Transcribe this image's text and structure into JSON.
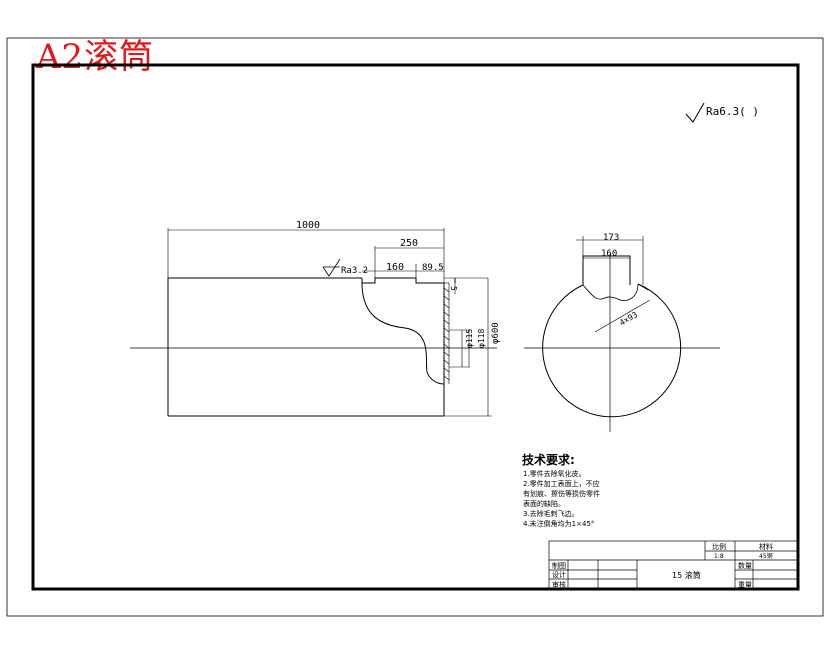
{
  "title": "A2滚筒",
  "roughness_global": "Ra6.3( )",
  "dims": {
    "length": "1000",
    "seg250": "250",
    "seg160": "160",
    "seg895": "89.5",
    "roughness_local": "Ra3.2",
    "depth5": "5",
    "d115": "φ115",
    "d118": "φ118",
    "d600": "φ600",
    "w173": "173",
    "w160": "160",
    "angle": "4×93"
  },
  "tech": {
    "heading": "技术要求:",
    "lines": [
      "1.零件去除氧化皮。",
      "2.零件加工表面上，不应",
      "有划痕、擦伤等损伤零件",
      "表面的缺陷。",
      "3.去除毛刺飞边。",
      "4.未注倒角均为1×45°"
    ]
  },
  "titleblock": {
    "scale_label": "比例",
    "scale_value": "1:8",
    "material_label": "材料",
    "material_value": "45钢",
    "row1": "制图",
    "row2": "设计",
    "row3": "审核",
    "part_name": "15 滚筒",
    "qty": "数量",
    "weight": "重量"
  }
}
